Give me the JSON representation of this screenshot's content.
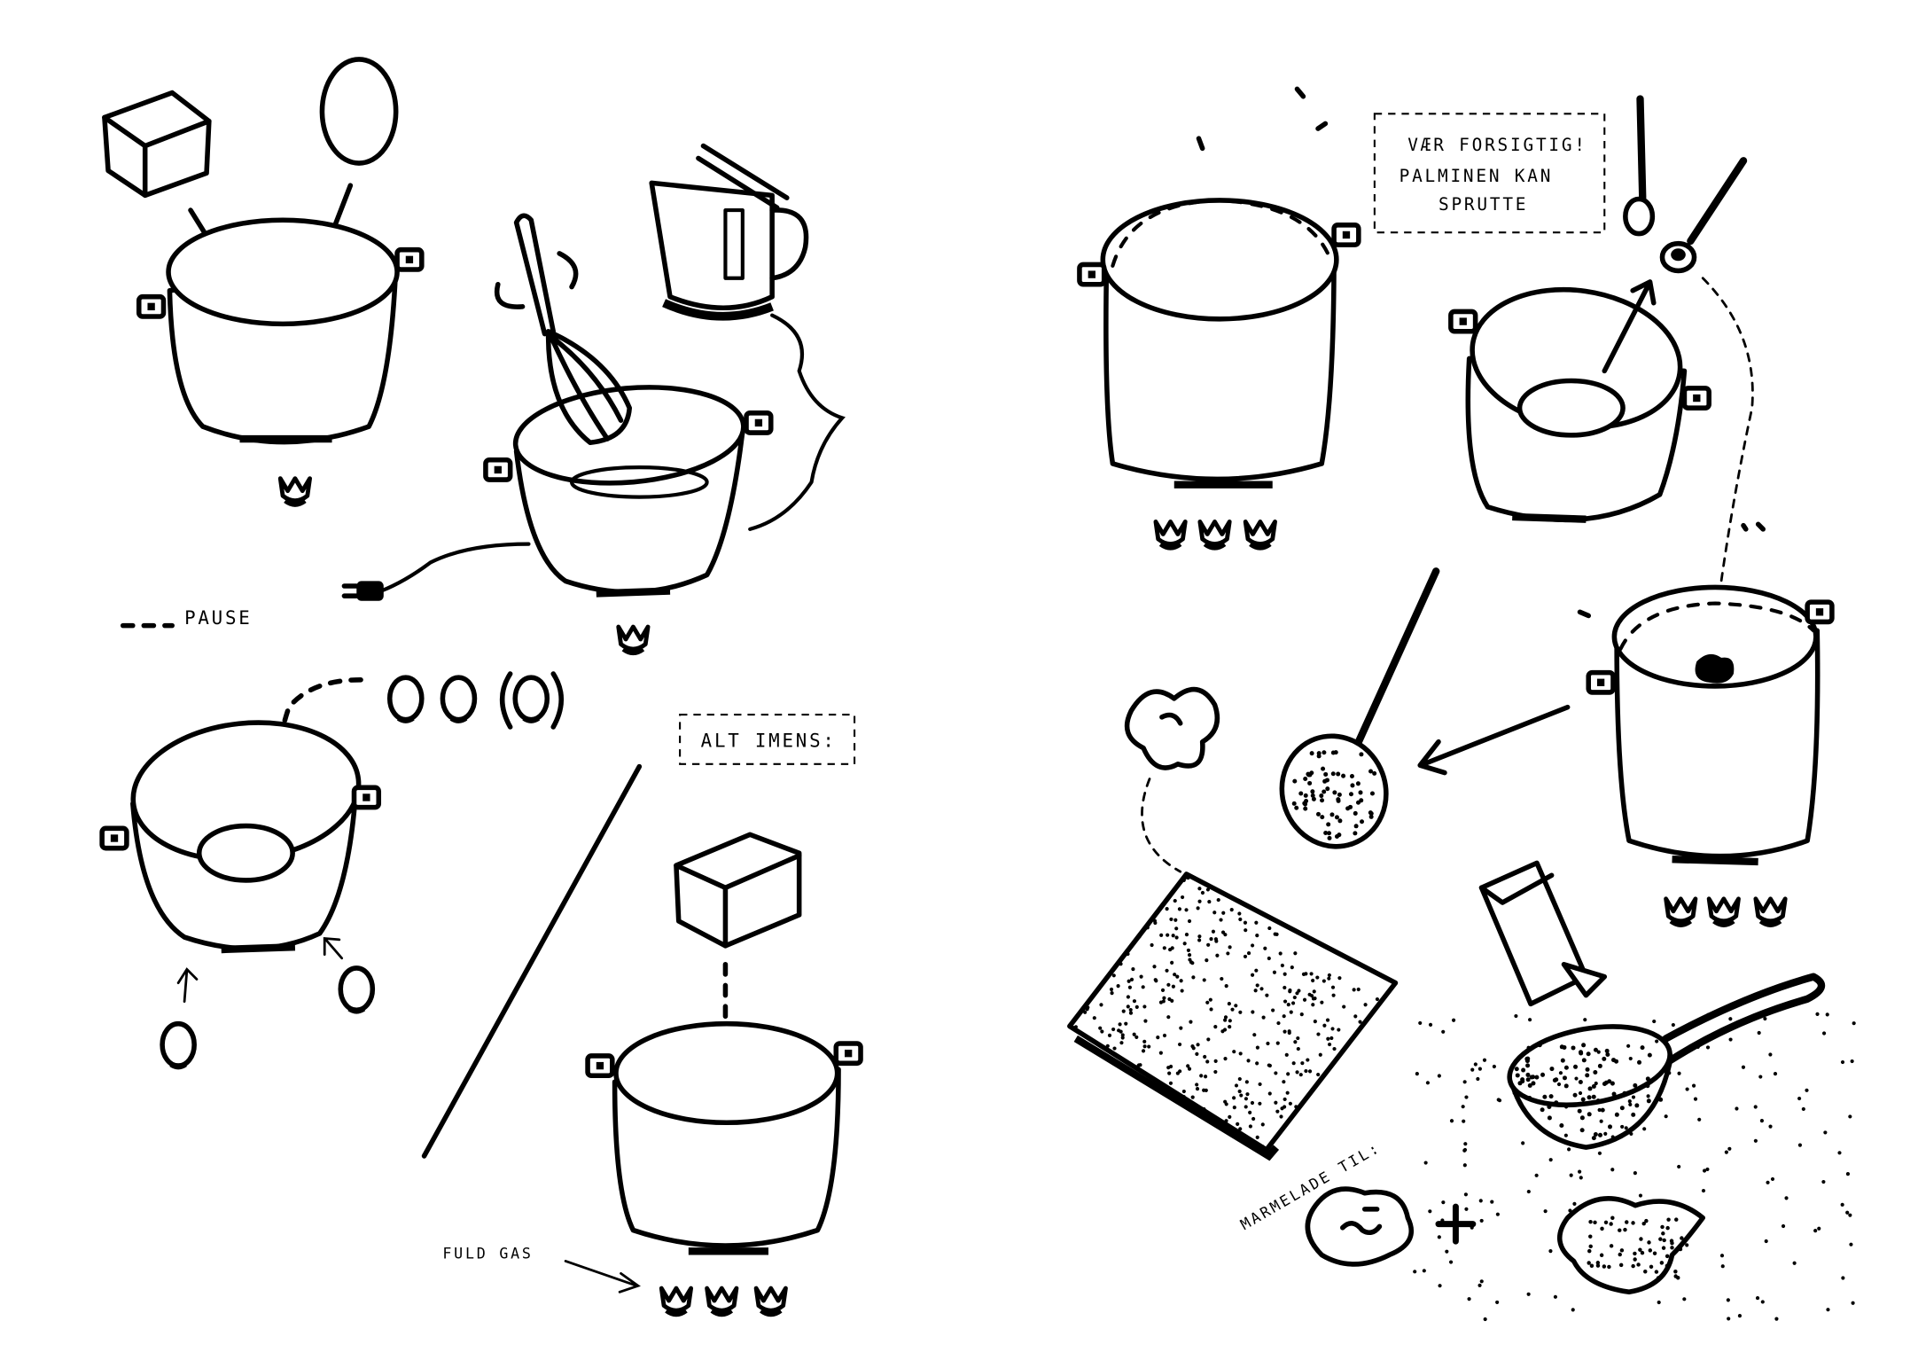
{
  "left_page": {
    "pause_label": "PAUSE",
    "meanwhile_label": "ALT IMENS:",
    "full_gas_label": "FULD GAS"
  },
  "right_page": {
    "warning_lines": [
      "VÆR FORSIGTIG!",
      "PALMINEN KAN",
      "SPRUTTE"
    ],
    "jam_label": "MARMELADE TIL:"
  },
  "colors": {
    "ink": "#000000",
    "paper": "#ffffff"
  }
}
